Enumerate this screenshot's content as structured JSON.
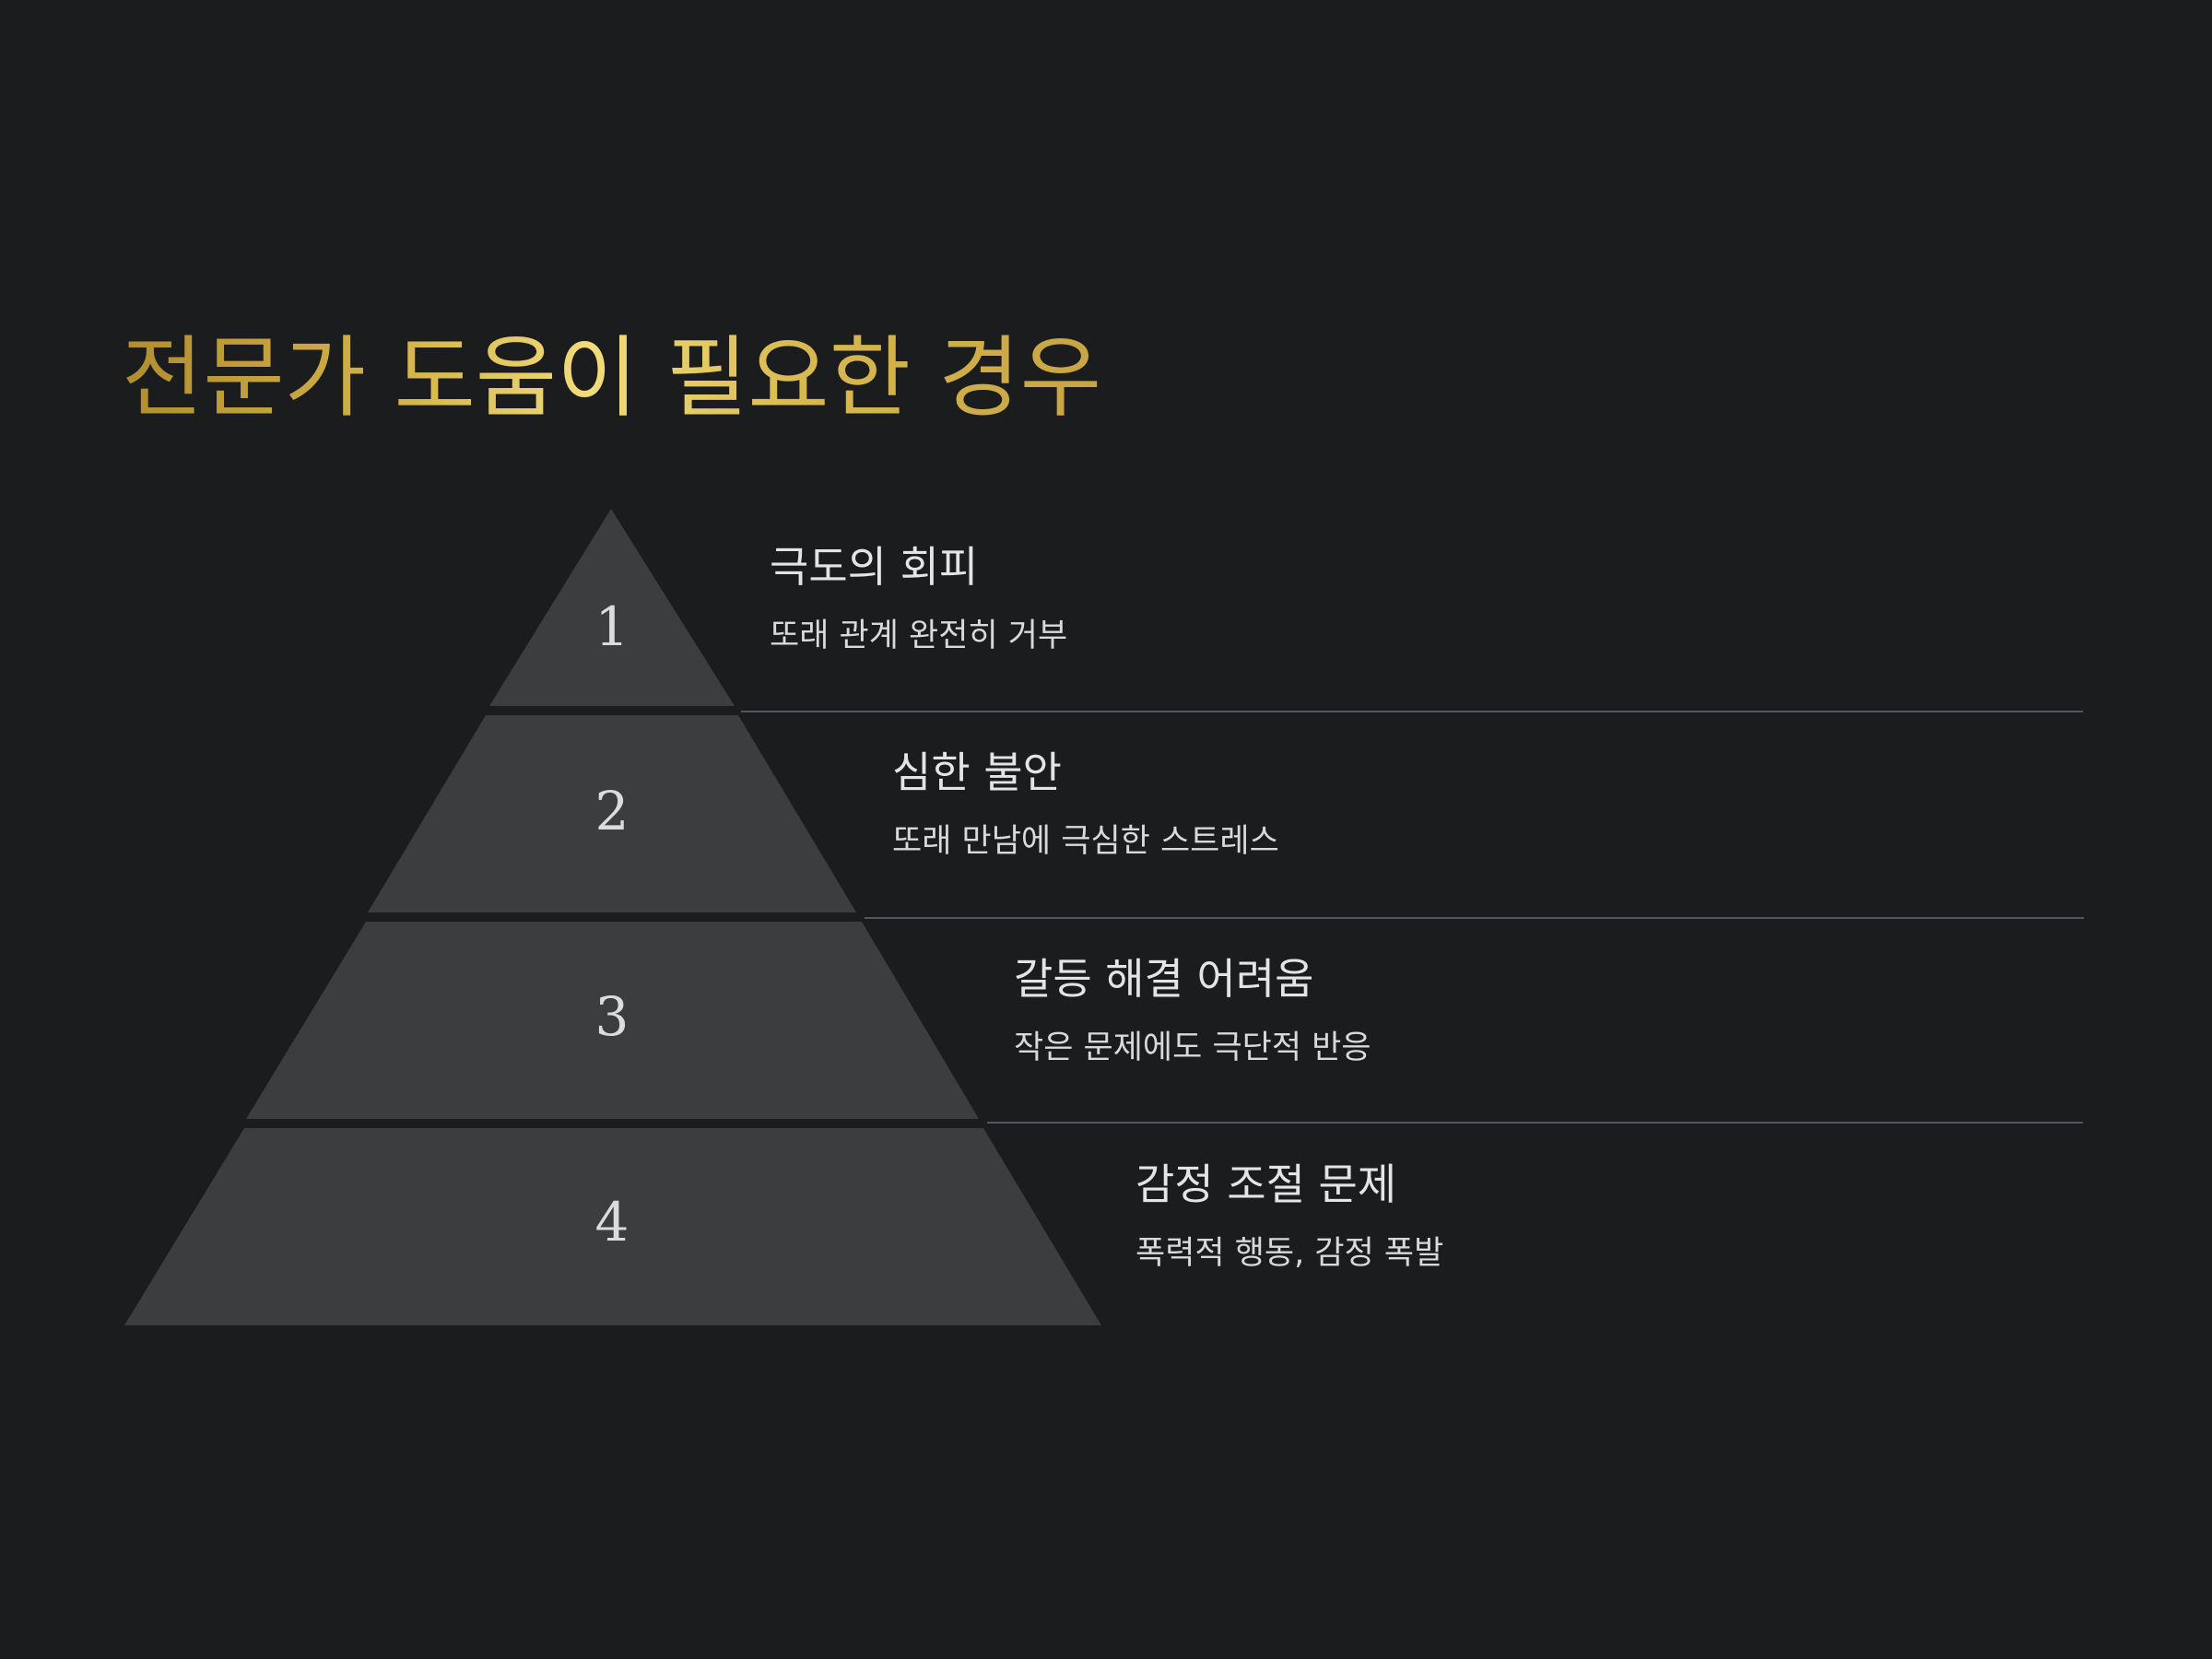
{
  "title": "전문가 도움이 필요한 경우",
  "colors": {
    "background": "#1b1c1e",
    "pyramid_fill": "#3c3d3f",
    "divider": "#55575b",
    "title_gold": "#d6b64c",
    "text": "#e4e4e4"
  },
  "levels": [
    {
      "number": "1",
      "title": "극도의 회피",
      "description": "또래 관계 완전히 거부"
    },
    {
      "number": "2",
      "title": "심한 불안",
      "description": "또래 만남에 극심한 스트레스"
    },
    {
      "number": "3",
      "title": "갈등 해결 어려움",
      "description": "작은 문제에도 극단적 반응"
    },
    {
      "number": "4",
      "title": "감정 조절 문제",
      "description": "폭력적 행동, 감정 폭발"
    }
  ]
}
